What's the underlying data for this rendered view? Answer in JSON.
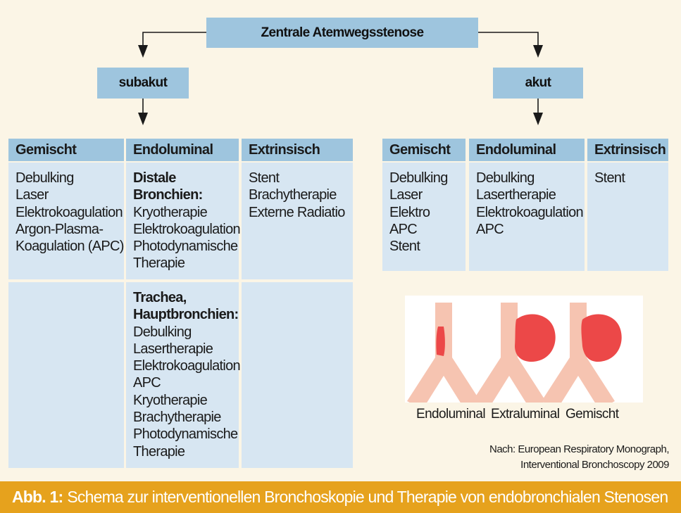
{
  "title": "Zentrale Atemwegsstenose",
  "branches": {
    "left": "subakut",
    "right": "akut"
  },
  "subakut": {
    "headers": [
      "Gemischt",
      "Endoluminal",
      "Extrinsisch"
    ],
    "row1": {
      "gemischt": [
        "Debulking",
        "Laser",
        "Elektrokoagulation",
        "Argon-Plasma-",
        "Koagulation (APC)"
      ],
      "endo_title": [
        "Distale",
        "Bronchien:"
      ],
      "endo": [
        "Kryotherapie",
        "Elektrokoagulation",
        "Photodynamische",
        "Therapie"
      ],
      "extrinsisch": [
        "Stent",
        "Brachytherapie",
        "Externe Radiatio"
      ]
    },
    "row2": {
      "endo_title": [
        "Trachea,",
        "Hauptbronchien:"
      ],
      "endo": [
        "Debulking",
        "Lasertherapie",
        "Elektrokoagulation",
        "APC",
        "Kryotherapie",
        "Brachytherapie",
        "Photodynamische",
        "Therapie"
      ]
    }
  },
  "akut": {
    "headers": [
      "Gemischt",
      "Endoluminal",
      "Extrinsisch"
    ],
    "gemischt": [
      "Debulking",
      "Laser",
      "Elektro",
      "APC",
      "Stent"
    ],
    "endo": [
      "Debulking",
      "Lasertherapie",
      "Elektrokoagulation",
      "APC"
    ],
    "extrinsisch": [
      "Stent"
    ]
  },
  "illustration": {
    "labels": [
      "Endoluminal",
      "Extraluminal",
      "Gemischt"
    ]
  },
  "source": [
    "Nach: European Respiratory Monograph,",
    "Interventional Bronchoscopy 2009"
  ],
  "caption": {
    "label": "Abb. 1:",
    "text": "Schema zur interventionellen Bronchoskopie und Therapie von endobronchialen Stenosen"
  },
  "colors": {
    "background": "#fbf5e6",
    "box": "#9ec5de",
    "cell": "#d7e6f2",
    "footer": "#e6a21d",
    "tumor": "#ec4848",
    "airway": "#f6c4b1"
  }
}
